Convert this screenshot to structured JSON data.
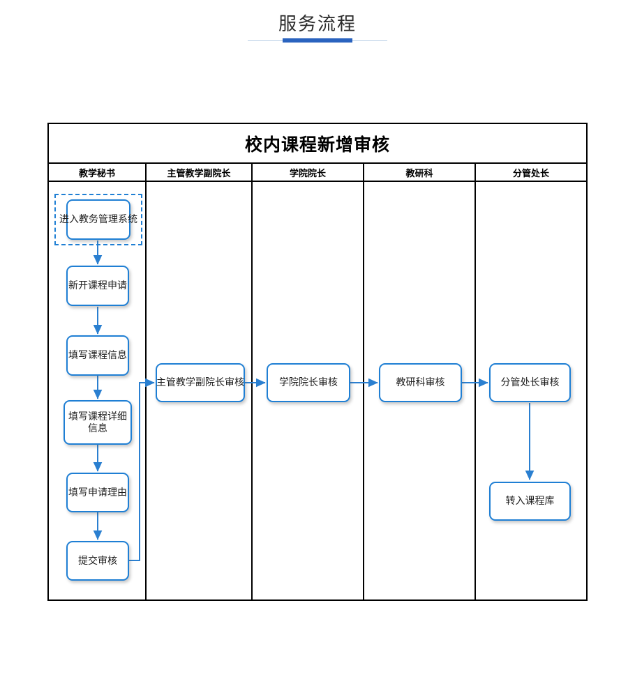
{
  "page": {
    "title": "服务流程"
  },
  "diagram": {
    "title": "校内课程新增审核",
    "lanes": [
      {
        "id": "lane-teaching-secretary",
        "label": "教学秘书"
      },
      {
        "id": "lane-deputy-dean",
        "label": "主管教学副院长"
      },
      {
        "id": "lane-dean",
        "label": "学院院长"
      },
      {
        "id": "lane-research-office",
        "label": "教研科"
      },
      {
        "id": "lane-division-head",
        "label": "分管处长"
      }
    ],
    "nodes": [
      {
        "id": "node-enter-system",
        "label": "进入教务管理系统",
        "lane": "lane-teaching-secretary",
        "selected": true
      },
      {
        "id": "node-new-course-application",
        "label": "新开课程申请",
        "lane": "lane-teaching-secretary",
        "selected": false
      },
      {
        "id": "node-fill-course-info",
        "label": "填写课程信息",
        "lane": "lane-teaching-secretary",
        "selected": false
      },
      {
        "id": "node-fill-course-detail",
        "label": "填写课程详细信息",
        "lane": "lane-teaching-secretary",
        "selected": false
      },
      {
        "id": "node-fill-reason",
        "label": "填写申请理由",
        "lane": "lane-teaching-secretary",
        "selected": false
      },
      {
        "id": "node-submit-review",
        "label": "提交审核",
        "lane": "lane-teaching-secretary",
        "selected": false
      },
      {
        "id": "node-deputy-dean-review",
        "label": "主管教学副院长审核",
        "lane": "lane-deputy-dean",
        "selected": false
      },
      {
        "id": "node-dean-review",
        "label": "学院院长审核",
        "lane": "lane-dean",
        "selected": false
      },
      {
        "id": "node-research-office-review",
        "label": "教研科审核",
        "lane": "lane-research-office",
        "selected": false
      },
      {
        "id": "node-division-head-review",
        "label": "分管处长审核",
        "lane": "lane-division-head",
        "selected": false
      },
      {
        "id": "node-transfer-course-library",
        "label": "转入课程库",
        "lane": "lane-division-head",
        "selected": false
      }
    ],
    "colors": {
      "node_border": "#1f7fd4",
      "connector": "#2a7fd0",
      "table_border": "#000000",
      "title_accent": "#2a63bf",
      "title_rule": "#b9cfe6"
    }
  }
}
